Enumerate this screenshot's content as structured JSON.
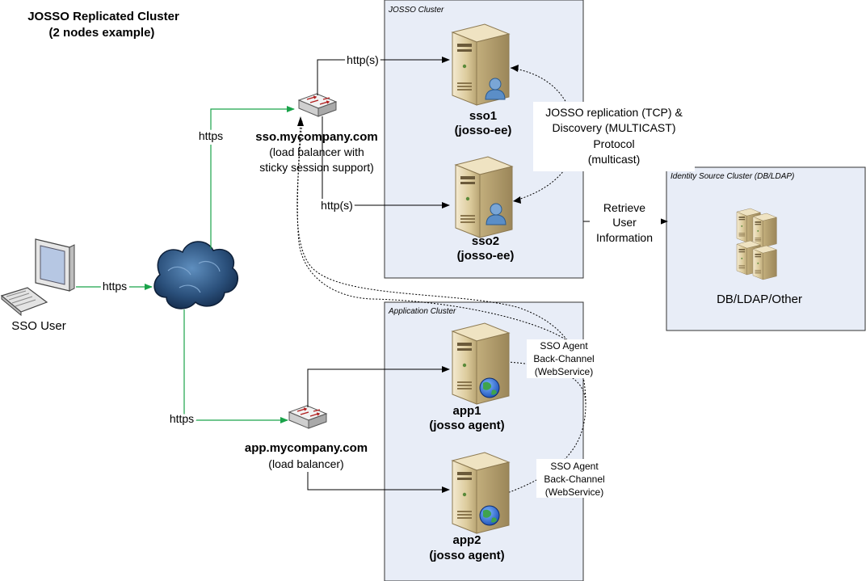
{
  "title": {
    "line1": "JOSSO Replicated Cluster",
    "line2": "(2 nodes example)"
  },
  "clusters": {
    "josso": "JOSSO Cluster",
    "application": "Application Cluster",
    "identity": "Identity Source Cluster (DB/LDAP)"
  },
  "user": {
    "label": "SSO User",
    "link_https": "https"
  },
  "sso_lb": {
    "host": "sso.mycompany.com",
    "desc1": "(load balancer with",
    "desc2": "sticky session support)",
    "link_https": "https"
  },
  "app_lb": {
    "host": "app.mycompany.com",
    "desc": "(load balancer)",
    "link_https": "https"
  },
  "sso_links": {
    "http1": "http(s)",
    "http2": "http(s)"
  },
  "nodes": {
    "sso1": {
      "name": "sso1",
      "role": "(josso-ee)"
    },
    "sso2": {
      "name": "sso2",
      "role": "(josso-ee)"
    },
    "app1": {
      "name": "app1",
      "role": "(josso agent)"
    },
    "app2": {
      "name": "app2",
      "role": "(josso agent)"
    }
  },
  "replication": {
    "line1": "JOSSO replication (TCP) &",
    "line2": "Discovery (MULTICAST)",
    "line3": "Protocol",
    "line4": "(multicast)"
  },
  "retrieve": {
    "line1": "Retrieve",
    "line2": "User",
    "line3": "Information"
  },
  "backchannel1": {
    "line1": "SSO Agent",
    "line2": "Back-Channel",
    "line3": "(WebService)"
  },
  "backchannel2": {
    "line1": "SSO Agent",
    "line2": "Back-Channel",
    "line3": "(WebService)"
  },
  "identity_store": {
    "label": "DB/LDAP/Other"
  },
  "colors": {
    "cluster_fill": "#e8edf7",
    "green_link": "#1aa34a",
    "server_body": "#d9c79a",
    "cloud": "#1f3f66"
  }
}
